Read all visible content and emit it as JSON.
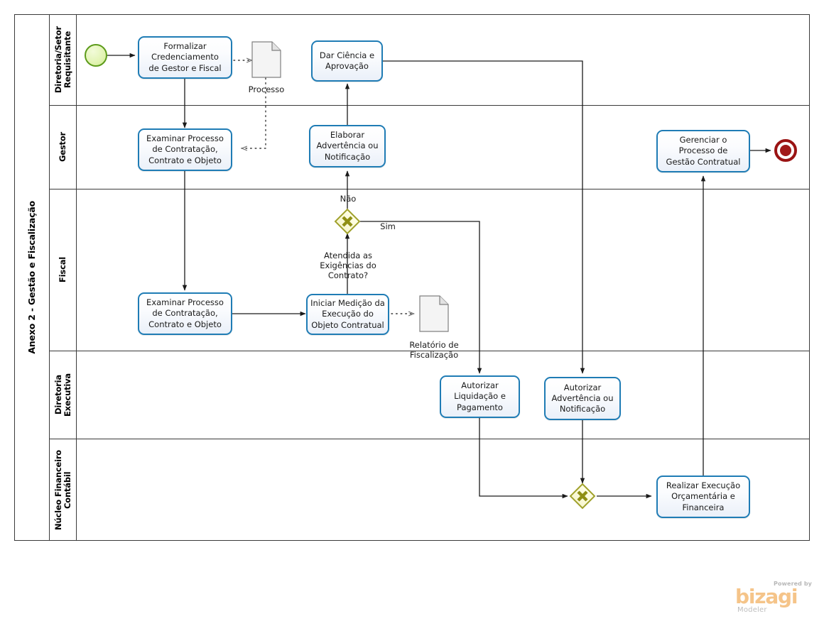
{
  "diagram": {
    "pool_title": "Anexo 2 - Gestão e Fiscalização",
    "lanes": [
      {
        "id": "diretoria-setor-requisitante",
        "label": "Diretoria/Setor\nRequisitante"
      },
      {
        "id": "gestor",
        "label": "Gestor"
      },
      {
        "id": "fiscal",
        "label": "Fiscal"
      },
      {
        "id": "diretoria-executiva",
        "label": "Diretoria\nExecutiva"
      },
      {
        "id": "nucleo-financeiro-contabil",
        "label": "Núcleo Financeiro\nContábil"
      }
    ],
    "events": [
      {
        "id": "start",
        "type": "start-event",
        "lane": "diretoria-setor-requisitante"
      },
      {
        "id": "end",
        "type": "end-event",
        "lane": "gestor"
      }
    ],
    "tasks": [
      {
        "id": "formalizar-credenciamento",
        "label": "Formalizar\nCredenciamento\nde Gestor e Fiscal",
        "lane": "diretoria-setor-requisitante"
      },
      {
        "id": "dar-ciencia-aprovacao",
        "label": "Dar Ciência e\nAprovação",
        "lane": "diretoria-setor-requisitante"
      },
      {
        "id": "examinar-processo-gestor",
        "label": "Examinar Processo\nde Contratação,\nContrato e Objeto",
        "lane": "gestor"
      },
      {
        "id": "elaborar-advertencia",
        "label": "Elaborar\nAdvertência ou\nNotificação",
        "lane": "gestor"
      },
      {
        "id": "gerenciar-processo",
        "label": "Gerenciar o\nProcesso de\nGestão Contratual",
        "lane": "gestor"
      },
      {
        "id": "examinar-processo-fiscal",
        "label": "Examinar Processo\nde Contratação,\nContrato e Objeto",
        "lane": "fiscal"
      },
      {
        "id": "iniciar-medicao",
        "label": "Iniciar Medição da\nExecução do\nObjeto Contratual",
        "lane": "fiscal"
      },
      {
        "id": "autorizar-liquidacao",
        "label": "Autorizar\nLiquidação e\nPagamento",
        "lane": "diretoria-executiva"
      },
      {
        "id": "autorizar-advertencia",
        "label": "Autorizar\nAdvertência ou\nNotificação",
        "lane": "diretoria-executiva"
      },
      {
        "id": "realizar-execucao",
        "label": "Realizar Execução\nOrçamentária e\nFinanceira",
        "lane": "nucleo-financeiro-contabil"
      }
    ],
    "gateways": [
      {
        "id": "gw-atendida-exigencias",
        "type": "exclusive",
        "label": "Atendida as\nExigências do\nContrato?",
        "lane": "fiscal"
      },
      {
        "id": "gw-merge",
        "type": "exclusive",
        "label": "",
        "lane": "nucleo-financeiro-contabil"
      }
    ],
    "data_objects": [
      {
        "id": "doc-processo",
        "label": "Processo"
      },
      {
        "id": "doc-relatorio-fiscalizacao",
        "label": "Relatório de\nFiscalização"
      }
    ],
    "flow_labels": [
      {
        "id": "flow-nao",
        "label": "Não"
      },
      {
        "id": "flow-sim",
        "label": "Sim"
      }
    ],
    "colors": {
      "task_border": "#1f7cb5",
      "gateway_border": "#a0a12a",
      "gateway_fill": "#f7f6d0",
      "start_border": "#5d9b1b",
      "end_border": "#9a1313",
      "flow_line": "#1a1a1a",
      "pool_border": "#3a3a3a"
    }
  },
  "branding": {
    "powered_by": "Powered by",
    "product": "bizagi",
    "edition": "Modeler"
  }
}
